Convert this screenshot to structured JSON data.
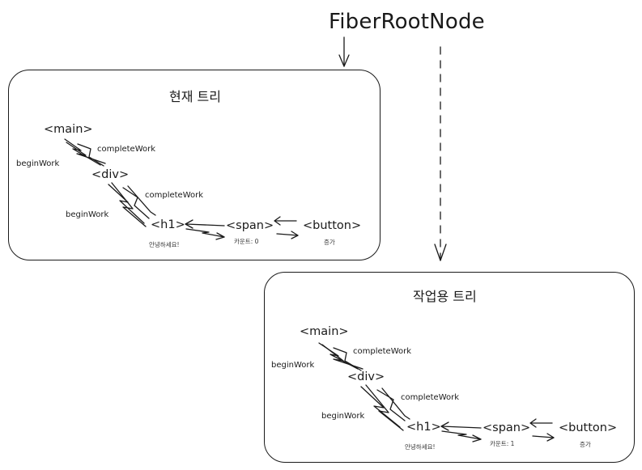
{
  "root": {
    "label": "FiberRootNode"
  },
  "current_tree": {
    "title": "현재 트리",
    "nodes": {
      "main": "<main>",
      "div": "<div>",
      "h1": "<h1>",
      "span": "<span>",
      "button": "<button>"
    },
    "texts": {
      "h1": "안녕하세요!",
      "span": "카운트: 0",
      "button": "증가"
    },
    "labels": {
      "complete_work_1": "completeWork",
      "begin_work_1": "beginWork",
      "complete_work_2": "completeWork",
      "begin_work_2": "beginWork"
    }
  },
  "work_tree": {
    "title": "작업용 트리",
    "nodes": {
      "main": "<main>",
      "div": "<div>",
      "h1": "<h1>",
      "span": "<span>",
      "button": "<button>"
    },
    "texts": {
      "h1": "안녕하세요!",
      "span": "카운트: 1",
      "button": "증가"
    },
    "labels": {
      "complete_work_1": "completeWork",
      "begin_work_1": "beginWork",
      "complete_work_2": "completeWork",
      "begin_work_2": "beginWork"
    }
  }
}
